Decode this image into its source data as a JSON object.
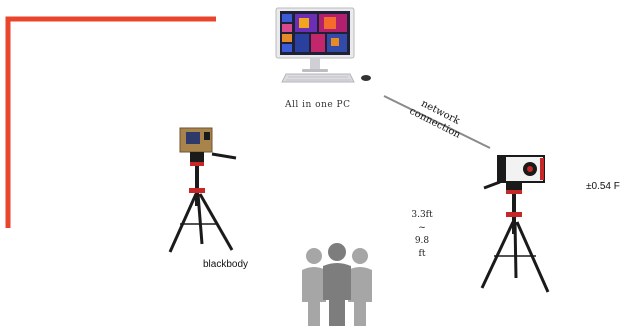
{
  "labels": {
    "pc": "All in one PC",
    "network": [
      "network",
      "connection"
    ],
    "blackbody": "blackbody",
    "accuracy": "±0.54 F",
    "distance": [
      "3.3ft",
      "~",
      "9.8",
      "ft"
    ]
  },
  "colors": {
    "frame_line": "#e8452c",
    "connector": "#8a8a8a",
    "tripod": "#1a1a1a",
    "tripod_accent": "#c62828",
    "people": "#8e8e8e"
  },
  "icons": [
    "all-in-one-pc-icon",
    "keyboard-icon",
    "blackbody-device-icon",
    "thermal-camera-icon",
    "tripod-icon",
    "people-group-icon"
  ]
}
